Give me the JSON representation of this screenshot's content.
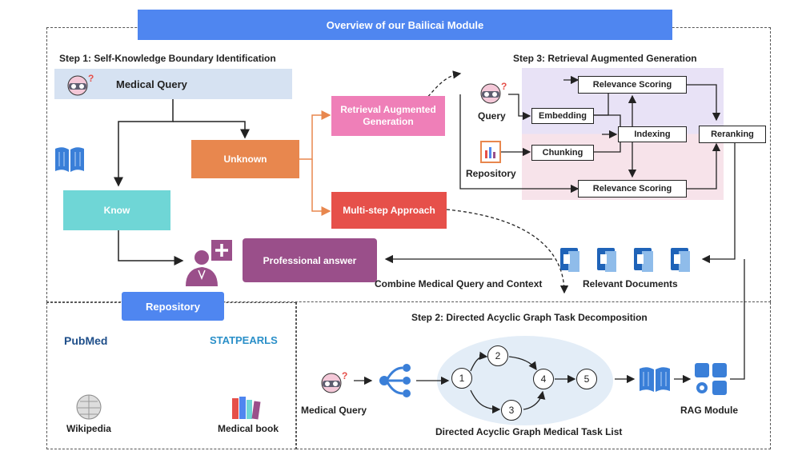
{
  "title": "Overview of our Bailicai Module",
  "step1": {
    "title": "Step 1:  Self-Knowledge Boundary Identification",
    "query": "Medical Query",
    "unknown": "Unknown",
    "know": "Know",
    "rag": "Retrieval Augmented Generation",
    "multistep": "Multi-step Approach",
    "professional_answer": "Professional answer",
    "combine": "Combine Medical Query and Context"
  },
  "step3": {
    "title": "Step 3: Retrieval Augmented Generation",
    "query": "Query",
    "repository": "Repository",
    "embedding": "Embedding",
    "chunking": "Chunking",
    "indexing": "Indexing",
    "reranking": "Reranking",
    "relevance_top": "Relevance Scoring",
    "relevance_bottom": "Relevance Scoring",
    "relevant_documents": "Relevant Documents"
  },
  "repository": {
    "title": "Repository",
    "pubmed": "PubMed",
    "statpearls": "STATPEARLS",
    "wikipedia": "Wikipedia",
    "medical_book": "Medical book"
  },
  "step2": {
    "title": "Step 2: Directed Acyclic Graph Task Decomposition",
    "query": "Medical Query",
    "task_list": "Directed Acyclic Graph Medical Task List",
    "rag_module": "RAG Module",
    "nodes": [
      "1",
      "2",
      "3",
      "4",
      "5"
    ]
  },
  "colors": {
    "title_bar": "#4f86f0",
    "unknown": "#e8874e",
    "know": "#6fd6d6",
    "rag": "#ef7fb8",
    "multistep": "#e6504a",
    "professional": "#9a4f8a",
    "repository_bar": "#4f86f0",
    "query_bar": "#d6e2f2",
    "rag_panel_top": "#e8e2f6",
    "rag_panel_bottom": "#f7e3ea",
    "dag_ellipse": "#e3edf7",
    "orange_wire": "#e8874e",
    "doc_blue": "#1f63b8"
  }
}
